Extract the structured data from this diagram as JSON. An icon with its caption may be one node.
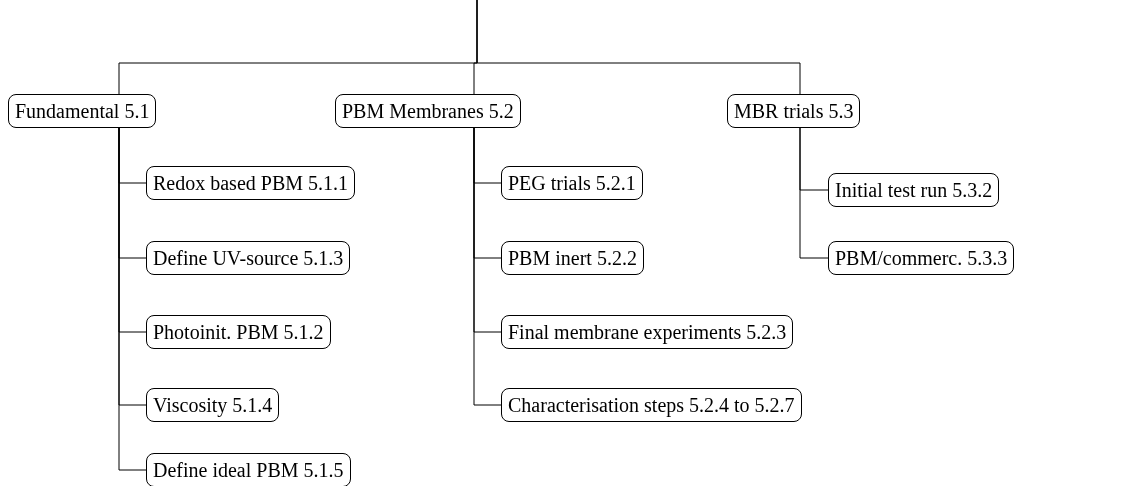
{
  "diagram": {
    "nodes": [
      {
        "text": [
          "Fundamental 5.1"
        ]
      },
      {
        "text": [
          "PBM Membranes 5.2"
        ]
      },
      {
        "text": [
          "MBR trials 5.3"
        ]
      },
      {
        "text": [
          "Redox based PBM 5.1.1"
        ]
      },
      {
        "text": [
          "Define UV-source 5.1.3"
        ]
      },
      {
        "text": [
          "Photoinit. PBM 5.1.2"
        ]
      },
      {
        "text": [
          "Viscosity 5.1.4"
        ]
      },
      {
        "text": [
          "Define ideal PBM 5.1.5"
        ]
      },
      {
        "text": [
          "PEG trials 5.2.1"
        ]
      },
      {
        "text": [
          "PBM inert 5.2.2"
        ]
      },
      {
        "text": [
          "Final membrane experiments 5.2.3"
        ]
      },
      {
        "text": [
          "Characterisation steps 5.2.4 to 5.2.7"
        ]
      },
      {
        "text": [
          "Initial test run 5.3.2"
        ]
      },
      {
        "text": [
          "PBM/commerc. 5.3.3"
        ]
      }
    ],
    "edges": [
      {
        "from": null,
        "to": 0,
        "arrow": "none"
      },
      {
        "from": null,
        "to": 1,
        "arrow": "none"
      },
      {
        "from": null,
        "to": 2,
        "arrow": "none"
      },
      {
        "from": 0,
        "to": 3,
        "arrow": "none"
      },
      {
        "from": 0,
        "to": 4,
        "arrow": "none"
      },
      {
        "from": 0,
        "to": 5,
        "arrow": "none"
      },
      {
        "from": 0,
        "to": 6,
        "arrow": "none"
      },
      {
        "from": 0,
        "to": 7,
        "arrow": "none"
      },
      {
        "from": 1,
        "to": 8,
        "arrow": "none"
      },
      {
        "from": 1,
        "to": 9,
        "arrow": "none"
      },
      {
        "from": 1,
        "to": 10,
        "arrow": "none"
      },
      {
        "from": 1,
        "to": 11,
        "arrow": "none"
      },
      {
        "from": 2,
        "to": 12,
        "arrow": "none"
      },
      {
        "from": 2,
        "to": 13,
        "arrow": "none"
      }
    ]
  }
}
